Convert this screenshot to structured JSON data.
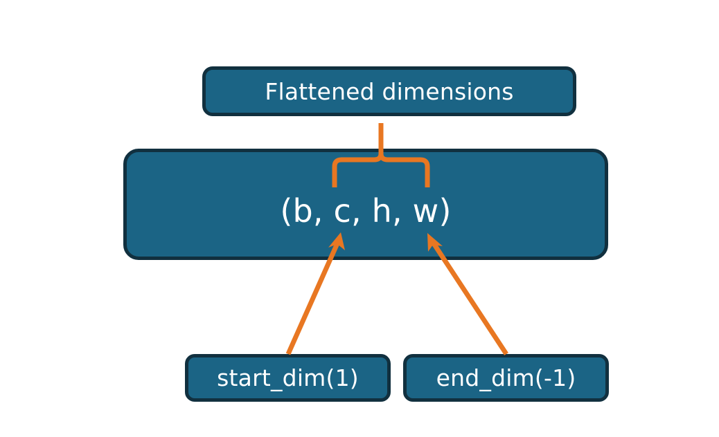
{
  "diagram": {
    "title_node": {
      "label": "Flattened dimensions",
      "name": "flattened-dimensions-box"
    },
    "shape_node": {
      "label": "(b, c, h, w)",
      "name": "tensor-shape-box",
      "dims": [
        "b",
        "c",
        "h",
        "w"
      ]
    },
    "param_nodes": [
      {
        "label": "start_dim(1)",
        "name": "start-dim-box",
        "value": "1"
      },
      {
        "label": "end_dim(-1)",
        "name": "end-dim-box",
        "value": "-1"
      }
    ],
    "connectors": [
      {
        "name": "brace-connector",
        "kind": "curly-brace",
        "from": "tensor-shape-box",
        "to": "flattened-dimensions-box",
        "spans_dims": [
          "c",
          "h",
          "w"
        ]
      },
      {
        "name": "start-dim-arrow",
        "kind": "arrow",
        "from": "start-dim-box",
        "to": "dim-c"
      },
      {
        "name": "end-dim-arrow",
        "kind": "arrow",
        "from": "end-dim-box",
        "to": "dim-w"
      }
    ],
    "colors": {
      "box_fill": "#1b6485",
      "box_border": "#11303f",
      "box_text": "#ffffff",
      "accent": "#e87722",
      "background": "#ffffff"
    }
  }
}
